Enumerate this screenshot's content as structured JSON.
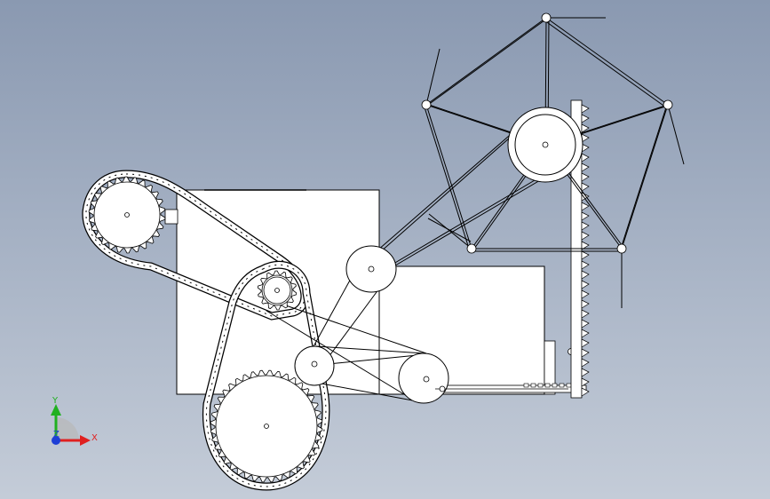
{
  "view": {
    "background_top": "#8a99b1",
    "background_bottom": "#c4ccd8",
    "line_color": "#000000",
    "part_fill": "#ffffff"
  },
  "triad": {
    "x_label": "X",
    "y_label": "Y",
    "z_label": "Z",
    "x_color": "#e02020",
    "y_color": "#20b020",
    "z_color": "#1e3fd6"
  }
}
